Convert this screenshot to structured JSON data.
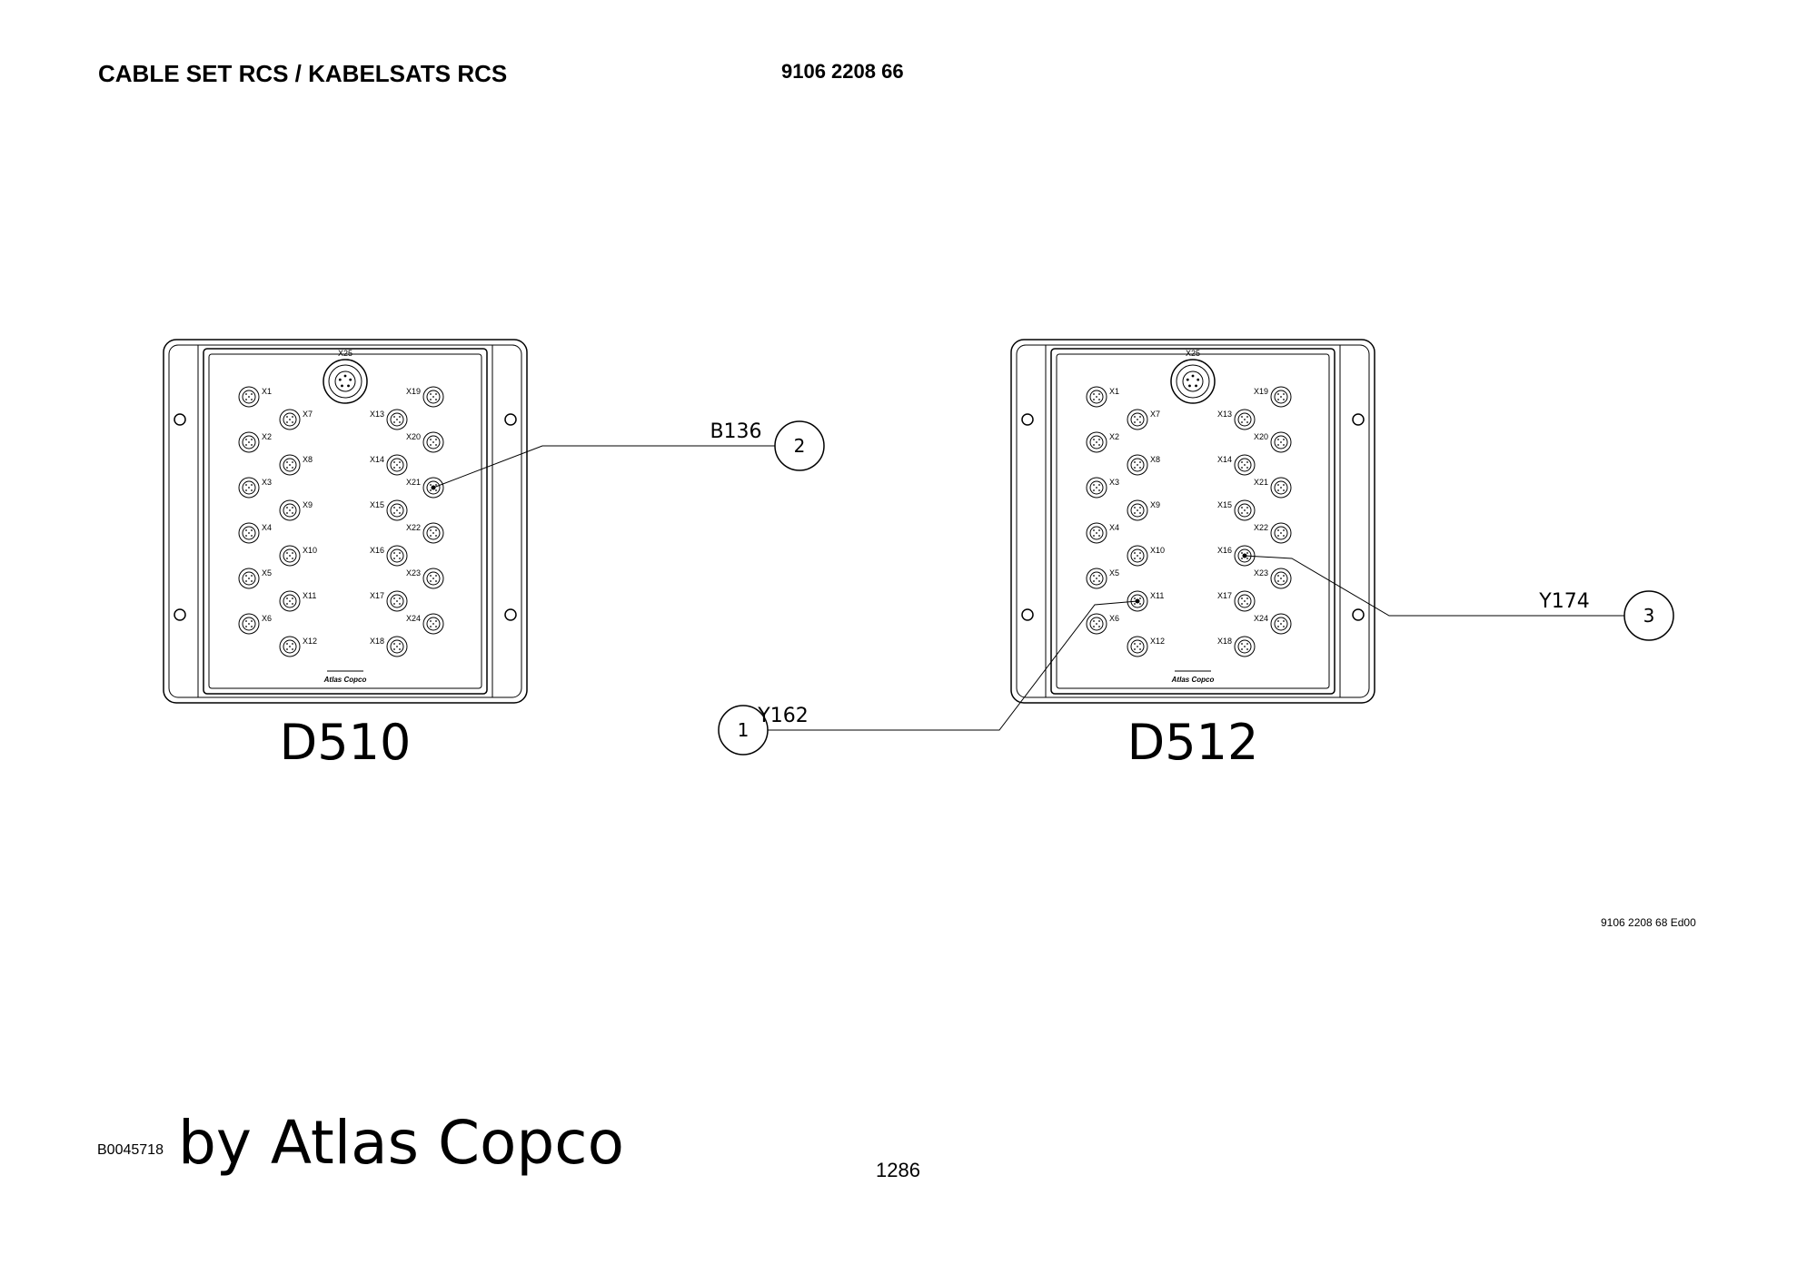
{
  "header": {
    "title": "CABLE SET RCS / KABELSATS RCS",
    "part_number": "9106 2208 66"
  },
  "diagram": {
    "modules": [
      {
        "name": "D510",
        "logo": "Atlas Copco"
      },
      {
        "name": "D512",
        "logo": "Atlas Copco"
      }
    ],
    "connector_labels": {
      "top": "X25",
      "col1": [
        "X1",
        "X2",
        "X3",
        "X4",
        "X5",
        "X6"
      ],
      "col2": [
        "X7",
        "X8",
        "X9",
        "X10",
        "X11",
        "X12"
      ],
      "col3": [
        "X13",
        "X14",
        "X15",
        "X16",
        "X17",
        "X18"
      ],
      "col4": [
        "X19",
        "X20",
        "X21",
        "X22",
        "X23",
        "X24"
      ]
    },
    "cables": [
      {
        "number": "2",
        "label": "B136",
        "module": "D510",
        "connector": "X21"
      },
      {
        "number": "1",
        "label": "Y162",
        "module": "D512",
        "connector": "X11"
      },
      {
        "number": "3",
        "label": "Y174",
        "module": "D512",
        "connector": "X16"
      }
    ]
  },
  "footer": {
    "edition": "9106 2208 68 Ed00",
    "doc_id": "B0045718",
    "brand": "by Atlas Copco",
    "page": "1286"
  }
}
